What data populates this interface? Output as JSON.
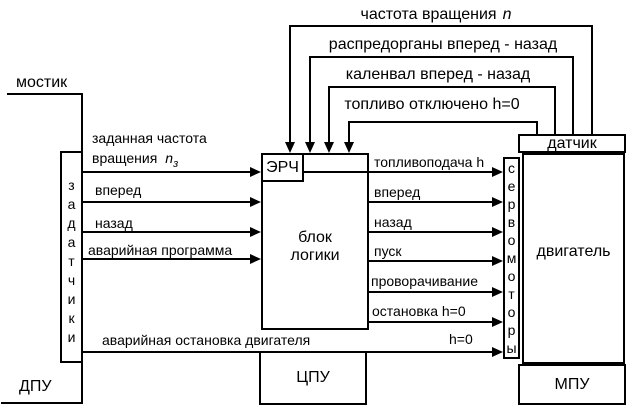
{
  "diagram": {
    "bridge": "мостик",
    "panels": {
      "dpu": "ДПУ",
      "cpu": "ЦПУ",
      "mpu": "МПУ"
    },
    "blocks": {
      "setters": "задатчики",
      "erch": "ЭРЧ",
      "logic": "блок логики",
      "servo": "сервомоторы",
      "sensor": "датчик",
      "engine": "двигатель"
    },
    "inputs": [
      {
        "line1": "заданная частота",
        "line2": "вращения",
        "var": "n",
        "sub": "з"
      },
      {
        "label": "вперед"
      },
      {
        "label": "назад"
      },
      {
        "label": "аварийная программа"
      },
      {
        "label": "аварийная остановка двигателя"
      }
    ],
    "outputs": [
      {
        "label": "топливоподача h"
      },
      {
        "label": "вперед"
      },
      {
        "label": "назад"
      },
      {
        "label": "пуск"
      },
      {
        "label": "проворачивание"
      },
      {
        "label": "остановка h=0"
      },
      {
        "label": "h=0"
      }
    ],
    "feedback": [
      {
        "label": "частота вращения",
        "var": "n"
      },
      {
        "label": "распредорганы вперед - назад"
      },
      {
        "label": "каленвал вперед - назад"
      },
      {
        "label": "топливо отключено h=0"
      }
    ],
    "colors": {
      "background": "#ffffff",
      "line": "#000000",
      "text": "#000000"
    }
  }
}
